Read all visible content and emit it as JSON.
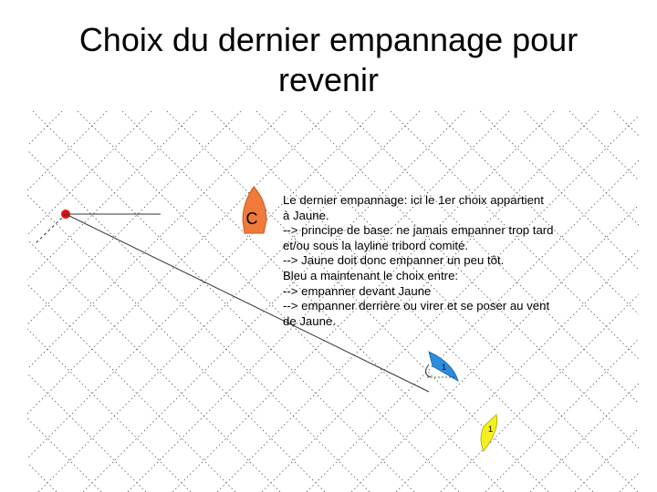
{
  "slide": {
    "title_line1": "Choix du dernier empannage pour",
    "title_line2": "revenir"
  },
  "diagram": {
    "committee_boat_letter": "C",
    "colors": {
      "committee_boat": "#f07a3c",
      "mark": "#e01010",
      "blue_boat": "#2a8ee0",
      "yellow_boat": "#f2f020",
      "grid": "#555555"
    },
    "boat_numbers": {
      "blue": "1",
      "yellow": "1"
    }
  },
  "explanation": {
    "lines": [
      "Le dernier empannage: ici le 1er choix appartient",
      "à Jaune.",
      "--> principe de base: ne jamais empanner trop tard",
      "et/ou sous la layline tribord comité.",
      "--> Jaune doit donc empanner un peu tôt.",
      "Bleu a maintenant le choix entre:",
      "--> empanner devant Jaune",
      "--> empanner derrière ou virer et se poser au vent",
      "de Jaune."
    ]
  }
}
